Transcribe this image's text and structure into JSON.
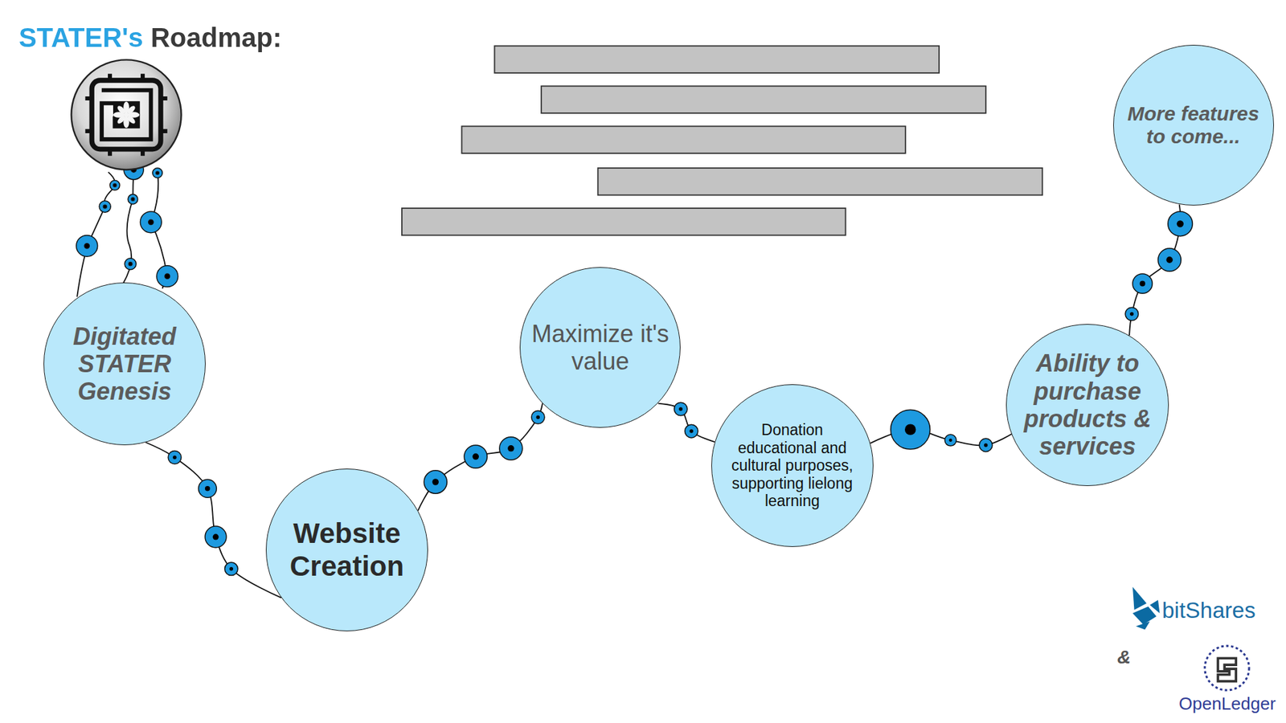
{
  "diagram": {
    "title": "STATER's Roadmap:",
    "nodes": [
      {
        "text": [
          "Digitated STATER Genesis"
        ]
      },
      {
        "text": [
          "Website Creation"
        ]
      },
      {
        "text": [
          "Maximize it's value"
        ]
      },
      {
        "text": [
          "Donation educational and cultural purposes, supporting lielong learning"
        ]
      },
      {
        "text": [
          "Ability to purchase products & services"
        ]
      },
      {
        "text": [
          "More features to come..."
        ]
      }
    ],
    "edges": [
      {
        "from": 0,
        "to": 1,
        "arrow": "none"
      },
      {
        "from": 1,
        "to": 2,
        "arrow": "none"
      },
      {
        "from": 2,
        "to": 3,
        "arrow": "none"
      },
      {
        "from": 3,
        "to": 4,
        "arrow": "none"
      },
      {
        "from": 4,
        "to": 5,
        "arrow": "none"
      }
    ],
    "labels": [
      "&",
      "bitShares",
      "OpenLedger"
    ]
  }
}
